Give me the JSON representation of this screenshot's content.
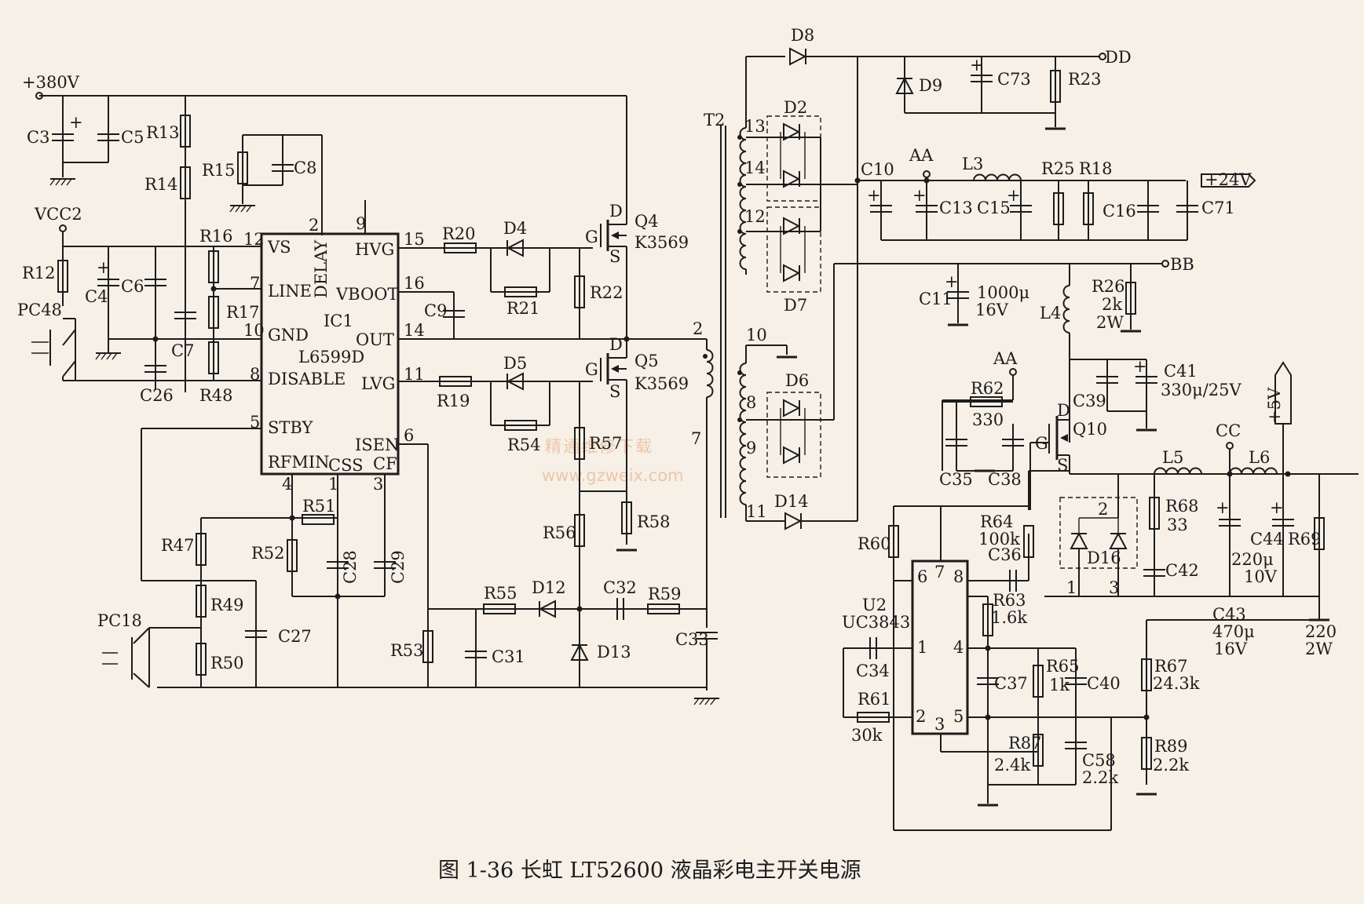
{
  "caption": "图 1-36   长虹 LT52600 液晶彩电主开关电源",
  "watermark": {
    "cn": "精通维修下载",
    "url": "www.gzweix.com"
  },
  "nets": {
    "v380": "+380V",
    "vcc2": "VCC2",
    "dd": "DD",
    "aa": "AA",
    "bb": "BB",
    "cc": "CC",
    "p24": "+24V",
    "p5": "+5V"
  },
  "ic1": {
    "ref": "IC1",
    "part": "L6599D",
    "pins": {
      "vs": "VS",
      "delay": "DELAY",
      "line": "LINE",
      "gnd": "GND",
      "disable": "DISABLE",
      "stby": "STBY",
      "rfmin": "RFMIN",
      "css": "CSS",
      "cf": "CF",
      "isen": "ISEN",
      "hvg": "HVG",
      "vboot": "VBOOT",
      "out": "OUT",
      "lvg": "LVG"
    },
    "pin_numbers": {
      "vs": "12",
      "delay": "2",
      "nc": "9",
      "line": "7",
      "gnd": "10",
      "disable": "8",
      "stby": "5",
      "rfmin": "4",
      "css": "1",
      "cf": "3",
      "isen": "6",
      "hvg": "15",
      "vboot": "16",
      "out": "14",
      "lvg": "11"
    }
  },
  "u2": {
    "ref": "U2",
    "part": "UC3843",
    "pin_numbers": {
      "p1": "1",
      "p2": "2",
      "p3": "3",
      "p4": "4",
      "p5": "5",
      "p6": "6",
      "p7": "7",
      "p8": "8"
    }
  },
  "mosfets": {
    "q4": {
      "ref": "Q4",
      "part": "K3569",
      "g": "G",
      "d": "D",
      "s": "S"
    },
    "q5": {
      "ref": "Q5",
      "part": "K3569",
      "g": "G",
      "d": "D",
      "s": "S"
    },
    "q10": {
      "ref": "Q10",
      "g": "G",
      "d": "D",
      "s": "S"
    }
  },
  "transformer": {
    "ref": "T2",
    "pins": {
      "p2": "2",
      "p7": "7",
      "p13": "13",
      "p14": "14",
      "p12": "12",
      "p10": "10",
      "p8": "8",
      "p9": "9",
      "p11": "11"
    }
  },
  "optocouplers": {
    "pc48": "PC48",
    "pc18": "PC18"
  },
  "d16_pins": {
    "p1": "1",
    "p2": "2",
    "p3": "3"
  },
  "labels": {
    "c3": "C3",
    "c5": "C5",
    "r13": "R13",
    "r14": "R14",
    "r15": "R15",
    "c8": "C8",
    "r16": "R16",
    "r12": "R12",
    "c4": "C4",
    "c6": "C6",
    "c7": "C7",
    "r17": "R17",
    "r48": "R48",
    "c26": "C26",
    "r20": "R20",
    "d4": "D4",
    "r21": "R21",
    "r22": "R22",
    "c9": "C9",
    "r19": "R19",
    "d5": "D5",
    "r54": "R54",
    "r57": "R57",
    "r58": "R58",
    "r56": "R56",
    "r51": "R51",
    "r47": "R47",
    "r52": "R52",
    "c28": "C28",
    "c29": "C29",
    "r49": "R49",
    "c27": "C27",
    "r50": "R50",
    "r53": "R53",
    "r55": "R55",
    "d12": "D12",
    "c31": "C31",
    "c32": "C32",
    "r59": "R59",
    "c33": "C33",
    "d13": "D13",
    "d8": "D8",
    "d9": "D9",
    "c73": "C73",
    "r23": "R23",
    "d2": "D2",
    "d7": "D7",
    "d6": "D6",
    "d14": "D14",
    "c10": "C10",
    "l3": "L3",
    "c13": "C13",
    "c15": "C15",
    "r25": "R25",
    "r18": "R18",
    "c16": "C16",
    "c71": "C71",
    "c11": "C11",
    "c11_val": "1000μ",
    "c11_v": "16V",
    "r26": "R26",
    "r26_val": "2k",
    "r26_w": "2W",
    "l4": "L4",
    "c39": "C39",
    "c41": "C41",
    "c41_val": "330μ/25V",
    "r62": "R62",
    "r62_val": "330",
    "c35": "C35",
    "c38": "C38",
    "r64": "R64",
    "r64_val": "100k",
    "c36": "C36",
    "r60": "R60",
    "r63": "R63",
    "r63_val": "1.6k",
    "c34": "C34",
    "r61": "R61",
    "r61_val": "30k",
    "c37": "C37",
    "r65": "R65",
    "r65_val": "1k",
    "c40": "C40",
    "r87": "R87",
    "r87_val": "2.4k",
    "c58": "C58",
    "c58_val": "2.2k",
    "d16": "D16",
    "l5": "L5",
    "r68": "R68",
    "r68_val": "33",
    "c42": "C42",
    "l6": "L6",
    "c44": "C44",
    "c44_val": "220μ",
    "c44_v": "10V",
    "r69": "R69",
    "r69_val": "220",
    "r69_w": "2W",
    "c43": "C43",
    "c43_val": "470μ",
    "c43_v": "16V",
    "r67": "R67",
    "r67_val": "24.3k",
    "r89": "R89",
    "r89_val": "2.2k"
  }
}
